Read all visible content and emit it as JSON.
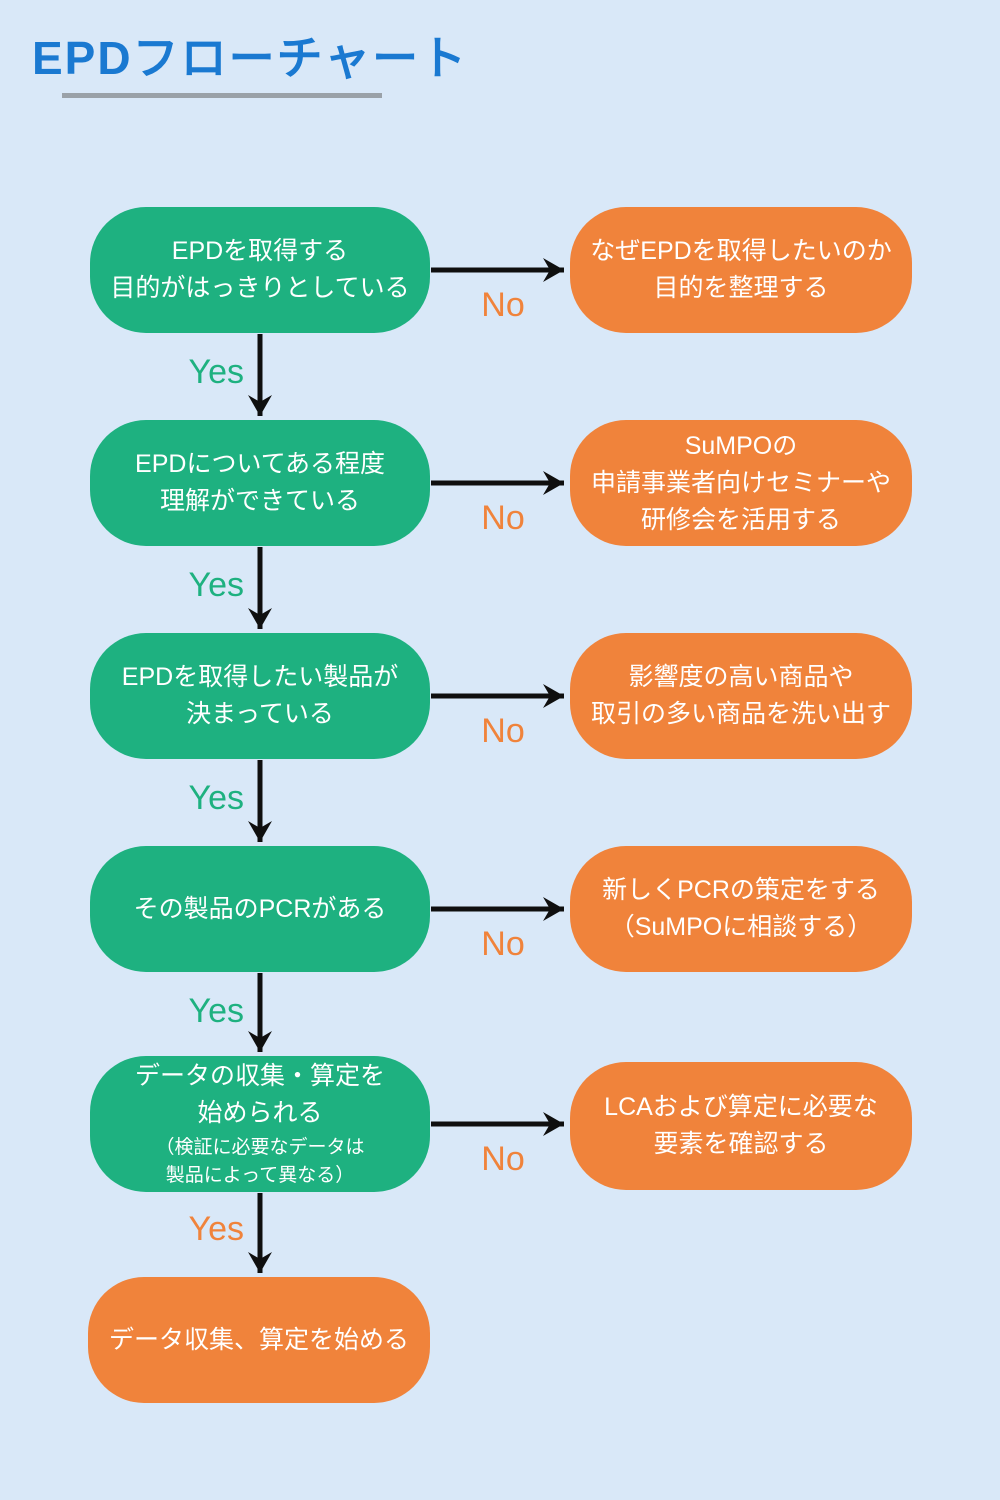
{
  "title": "EPDフローチャート",
  "colors": {
    "background": "#d9e8f8",
    "box_green": "#1eb180",
    "box_orange": "#f0833b",
    "title_blue": "#1a79d1",
    "underline_gray": "#9aa1a8",
    "arrow_black": "#0f0f0f",
    "box_text": "#ffffff",
    "yes_label_green": "#1eb180",
    "yes_label_orange": "#f0833b",
    "no_label_orange": "#f0833b"
  },
  "flowchart": {
    "rows": [
      {
        "question": "EPDを取得する\n目的がはっきりとしている",
        "yes_label": "Yes",
        "no_label": "No",
        "no_action": "なぜEPDを取得したいのか\n目的を整理する"
      },
      {
        "question": "EPDについてある程度\n理解ができている",
        "yes_label": "Yes",
        "no_label": "No",
        "no_action": "SuMPOの\n申請事業者向けセミナーや\n研修会を活用する"
      },
      {
        "question": "EPDを取得したい製品が\n決まっている",
        "yes_label": "Yes",
        "no_label": "No",
        "no_action": "影響度の高い商品や\n取引の多い商品を洗い出す"
      },
      {
        "question": "その製品のPCRがある",
        "yes_label": "Yes",
        "no_label": "No",
        "no_action": "新しくPCRの策定をする\n（SuMPOに相談する）"
      },
      {
        "question": "データの収集・算定を\n始められる",
        "note": "（検証に必要なデータは\n製品によって異なる）",
        "yes_label": "Yes",
        "no_label": "No",
        "no_action": "LCAおよび算定に必要な\n要素を確認する"
      }
    ],
    "final": "データ収集、算定を始める"
  }
}
